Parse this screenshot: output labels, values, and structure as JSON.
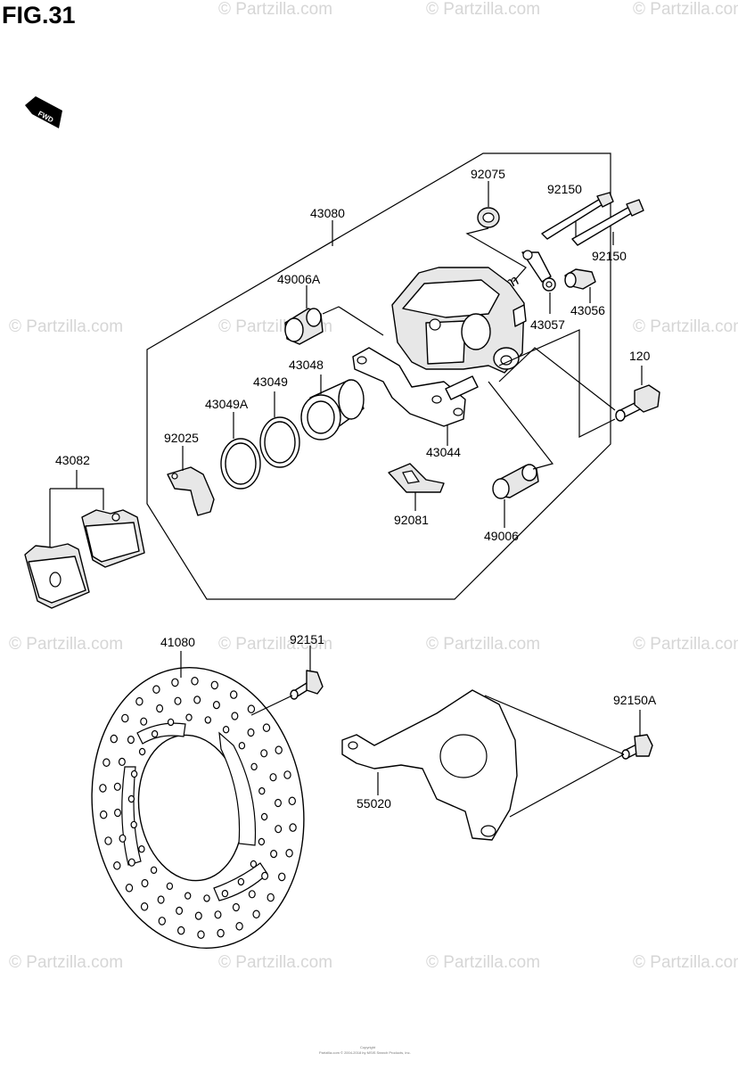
{
  "title": "FIG.31",
  "fwd_icon_label": "FWD",
  "watermark_text": "© Partzilla.com",
  "copyright_line1": "Copyright",
  "copyright_line2": "Partzilla.com © 2004-2018 by MSIS Search Products, Inc.",
  "labels": {
    "l92075": "92075",
    "l92150a": "92150",
    "l92150b": "92150",
    "l43080": "43080",
    "l49006A": "49006A",
    "l43057": "43057",
    "l43056": "43056",
    "l43048": "43048",
    "l43049": "43049",
    "l43049A": "43049A",
    "l120": "120",
    "l92025": "92025",
    "l43044": "43044",
    "l43082": "43082",
    "l92081": "92081",
    "l49006": "49006",
    "l41080": "41080",
    "l92151": "92151",
    "l92150A": "92150A",
    "l55020": "55020"
  }
}
